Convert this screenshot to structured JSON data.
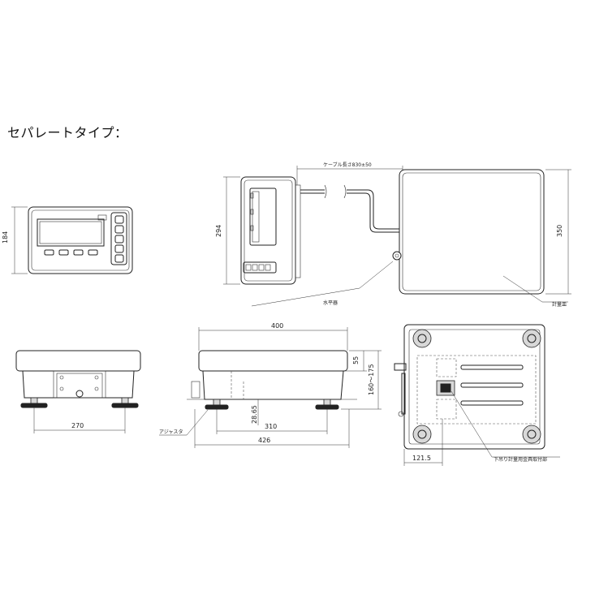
{
  "title": "セパレートタイプ：",
  "dimensions": {
    "display_height": "184",
    "side_height": "294",
    "cable_length": "ケーブル長さ830±50",
    "platform_depth": "350",
    "front_width": "270",
    "side_top_width": "400",
    "side_overall_width": "426",
    "side_foot_span": "310",
    "side_height_range": "160～175",
    "side_platter": "55",
    "side_clearance": "28.65",
    "bottom_offset": "121.5"
  },
  "labels": {
    "level": "水平器",
    "pan": "計量皿",
    "adjuster": "アジャスタ",
    "hanger": "下吊り計量用金具取付部"
  }
}
